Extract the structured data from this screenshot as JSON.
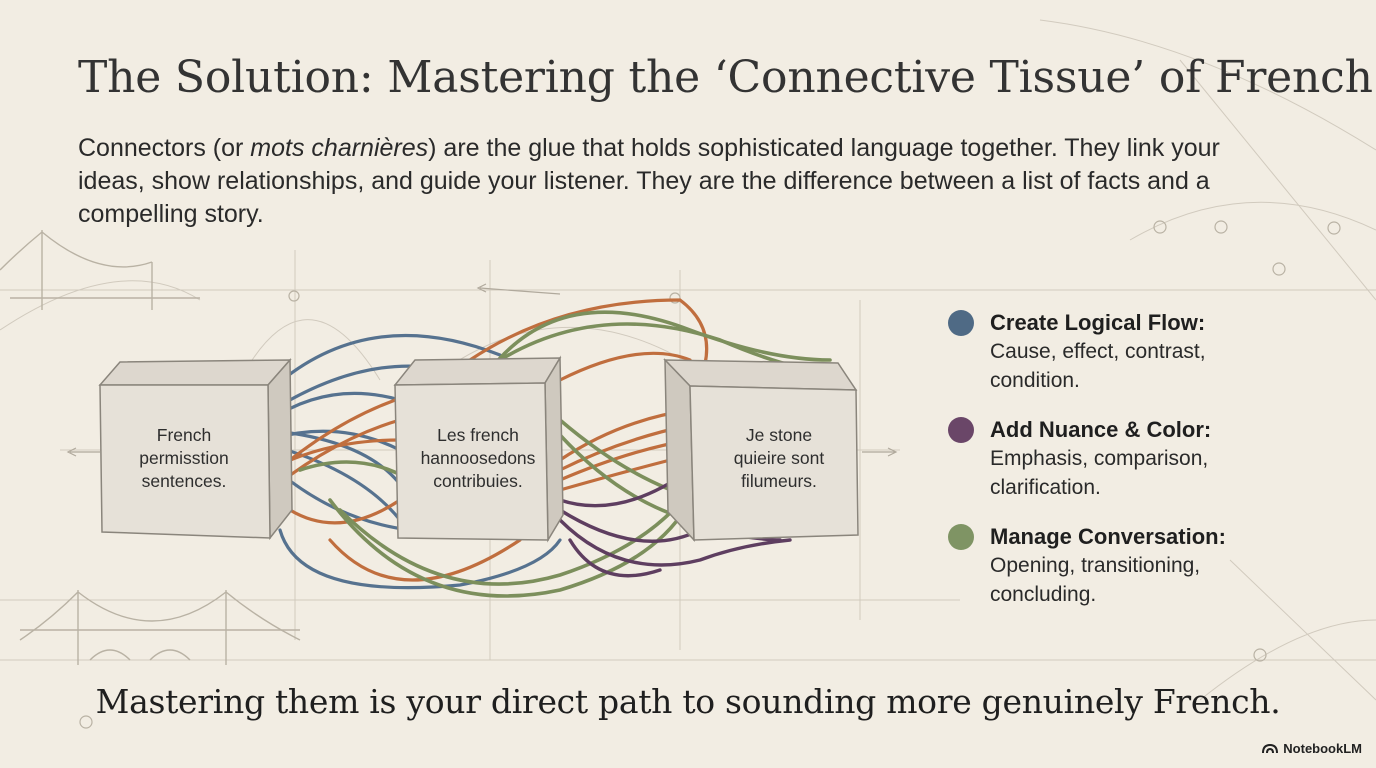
{
  "title": "The Solution: Mastering the ‘Connective Tissue’ of French",
  "intro": {
    "before": "Connectors (or ",
    "emphasis": "mots charnières",
    "after": ") are the glue that holds sophisticated language together. They link your ideas, show relationships, and guide your listener. They are the difference between a list of facts and a compelling story."
  },
  "blocks": [
    {
      "lines": [
        "French",
        "permisstion",
        "sentences."
      ]
    },
    {
      "lines": [
        "Les french",
        "hannoosedons",
        "contribuies."
      ]
    },
    {
      "lines": [
        "Je stone",
        "quieire sont",
        "filumeurs."
      ]
    }
  ],
  "bullets": [
    {
      "title": "Create Logical Flow:",
      "lines": [
        "Cause, effect, contrast,",
        "condition."
      ],
      "color": "#4f6a85"
    },
    {
      "title": "Add Nuance & Color:",
      "lines": [
        "Emphasis, comparison,",
        "clarification."
      ],
      "color": "#6a4668"
    },
    {
      "title": "Manage Conversation:",
      "lines": [
        "Opening, transitioning,",
        "concluding."
      ],
      "color": "#7f9464"
    }
  ],
  "conclusion": "Mastering them is your direct path to sounding more genuinely French.",
  "brand": {
    "name": "NotebookLM",
    "icon": "notebooklm-logo-icon"
  },
  "colors": {
    "background": "#f2ede3",
    "strand_blue": "#56728f",
    "strand_orange": "#c06e3e",
    "strand_green": "#7c8f5c",
    "strand_purple": "#5e3e60"
  }
}
